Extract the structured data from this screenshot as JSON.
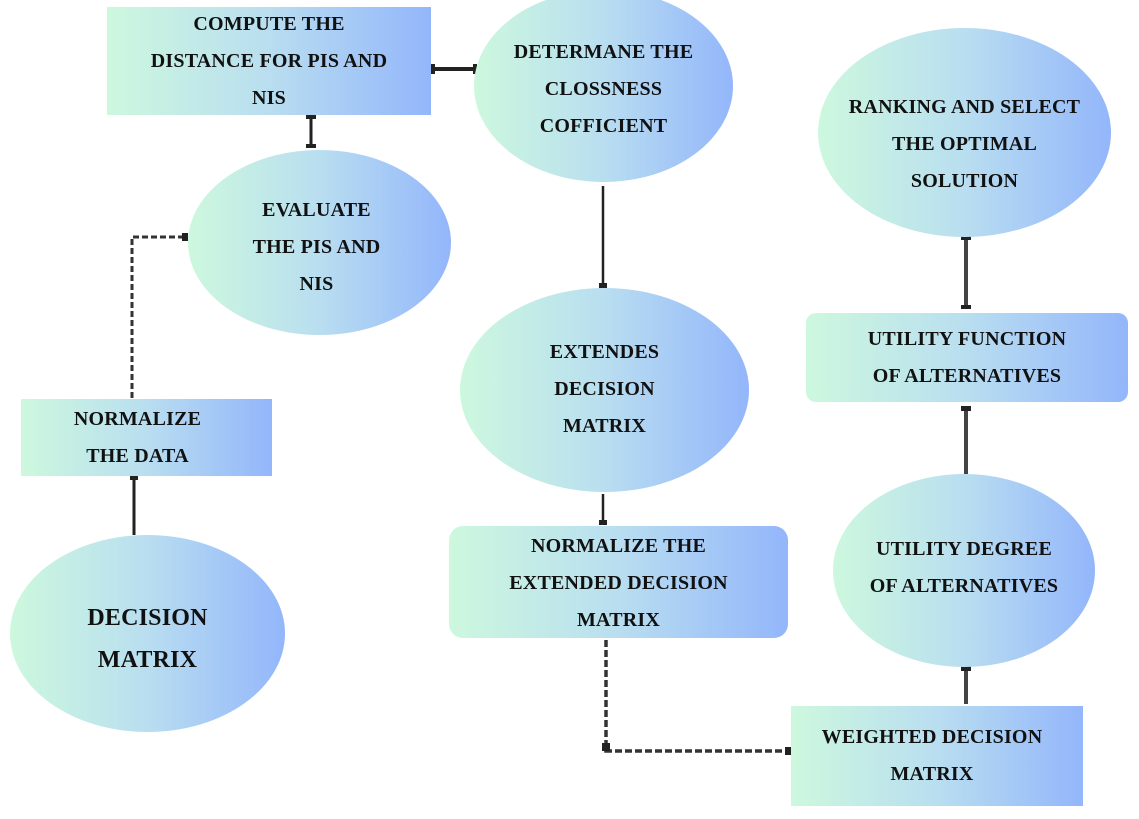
{
  "nodes": {
    "compute_distance": [
      "COMPUTE THE",
      "DISTANCE FOR PIS AND",
      "NIS"
    ],
    "determine_closeness": [
      "DETERMANE THE",
      "CLOSSNESS",
      "COFFICIENT"
    ],
    "ranking": [
      "RANKING AND SELECT",
      "THE OPTIMAL",
      "SOLUTION"
    ],
    "evaluate_pis_nis": [
      "EVALUATE",
      "THE PIS AND",
      "NIS"
    ],
    "extended_matrix": [
      "EXTENDES",
      "DECISION",
      "MATRIX"
    ],
    "utility_function": [
      "UTILITY FUNCTION",
      "OF ALTERNATIVES"
    ],
    "normalize_data": [
      "NORMALIZE",
      "THE DATA"
    ],
    "normalize_extended": [
      "NORMALIZE THE",
      "EXTENDED DECISION",
      "MATRIX"
    ],
    "utility_degree": [
      "UTILITY DEGREE",
      "OF ALTERNATIVES"
    ],
    "decision_matrix": [
      "DECISION",
      "MATRIX"
    ],
    "weighted_matrix": [
      "WEIGHTED DECISION",
      "MATRIX"
    ]
  },
  "colors": {
    "gradient_start": "#cdf8de",
    "gradient_mid": "#b9def0",
    "gradient_end": "#93b6fb",
    "connector": "#222222"
  }
}
